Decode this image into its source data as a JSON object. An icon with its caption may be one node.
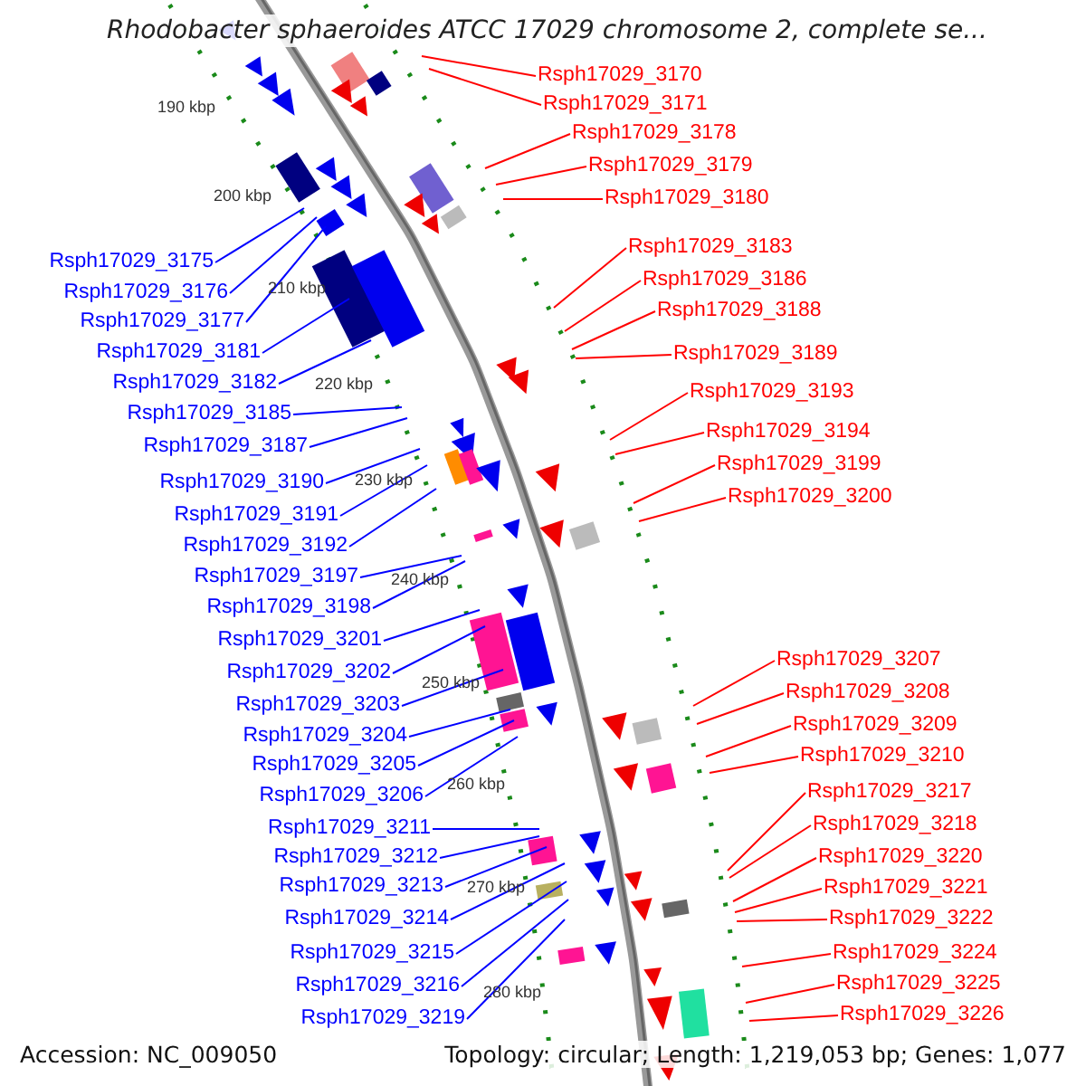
{
  "diagram": {
    "title": "Rhodobacter sphaeroides ATCC 17029 chromosome 2, complete se...",
    "nodes": [
      {
        "text": [
          "Rsph17029_3170"
        ]
      },
      {
        "text": [
          "Rsph17029_3171"
        ]
      },
      {
        "text": [
          "Rsph17029_3178"
        ]
      },
      {
        "text": [
          "Rsph17029_3179"
        ]
      },
      {
        "text": [
          "Rsph17029_3180"
        ]
      },
      {
        "text": [
          "Rsph17029_3183"
        ]
      },
      {
        "text": [
          "Rsph17029_3175"
        ]
      },
      {
        "text": [
          "Rsph17029_3186"
        ]
      },
      {
        "text": [
          "Rsph17029_3176"
        ]
      },
      {
        "text": [
          "Rsph17029_3188"
        ]
      },
      {
        "text": [
          "Rsph17029_3177"
        ]
      },
      {
        "text": [
          "Rsph17029_3181"
        ]
      },
      {
        "text": [
          "Rsph17029_3189"
        ]
      },
      {
        "text": [
          "Rsph17029_3182"
        ]
      },
      {
        "text": [
          "Rsph17029_3193"
        ]
      },
      {
        "text": [
          "Rsph17029_3185"
        ]
      },
      {
        "text": [
          "Rsph17029_3194"
        ]
      },
      {
        "text": [
          "Rsph17029_3187"
        ]
      },
      {
        "text": [
          "Rsph17029_3199"
        ]
      },
      {
        "text": [
          "Rsph17029_3190"
        ]
      },
      {
        "text": [
          "Rsph17029_3200"
        ]
      },
      {
        "text": [
          "Rsph17029_3191"
        ]
      },
      {
        "text": [
          "Rsph17029_3192"
        ]
      },
      {
        "text": [
          "Rsph17029_3197"
        ]
      },
      {
        "text": [
          "Rsph17029_3198"
        ]
      },
      {
        "text": [
          "Rsph17029_3201"
        ]
      },
      {
        "text": [
          "Rsph17029_3207"
        ]
      },
      {
        "text": [
          "Rsph17029_3202"
        ]
      },
      {
        "text": [
          "Rsph17029_3208"
        ]
      },
      {
        "text": [
          "Rsph17029_3203"
        ]
      },
      {
        "text": [
          "Rsph17029_3209"
        ]
      },
      {
        "text": [
          "Rsph17029_3204"
        ]
      },
      {
        "text": [
          "Rsph17029_3210"
        ]
      },
      {
        "text": [
          "Rsph17029_3205"
        ]
      },
      {
        "text": [
          "Rsph17029_3217"
        ]
      },
      {
        "text": [
          "Rsph17029_3206"
        ]
      },
      {
        "text": [
          "Rsph17029_3218"
        ]
      },
      {
        "text": [
          "Rsph17029_3211"
        ]
      },
      {
        "text": [
          "Rsph17029_3220"
        ]
      },
      {
        "text": [
          "Rsph17029_3212"
        ]
      },
      {
        "text": [
          "Rsph17029_3213"
        ]
      },
      {
        "text": [
          "Rsph17029_3221"
        ]
      },
      {
        "text": [
          "Rsph17029_3214"
        ]
      },
      {
        "text": [
          "Rsph17029_3222"
        ]
      },
      {
        "text": [
          "Rsph17029_3215"
        ]
      },
      {
        "text": [
          "Rsph17029_3224"
        ]
      },
      {
        "text": [
          "Rsph17029_3216"
        ]
      },
      {
        "text": [
          "Rsph17029_3225"
        ]
      },
      {
        "text": [
          "Rsph17029_3226"
        ]
      },
      {
        "text": [
          "Rsph17029_3219"
        ]
      }
    ],
    "edges": [
      {
        "from": 0,
        "to": null,
        "arrow": "none"
      },
      {
        "from": 1,
        "to": null,
        "arrow": "none"
      },
      {
        "from": 2,
        "to": null,
        "arrow": "none"
      },
      {
        "from": 3,
        "to": null,
        "arrow": "none"
      },
      {
        "from": 4,
        "to": null,
        "arrow": "none"
      },
      {
        "from": 5,
        "to": null,
        "arrow": "none"
      },
      {
        "from": 6,
        "to": null,
        "arrow": "none",
        "color": "#0000ff"
      },
      {
        "from": 7,
        "to": null,
        "arrow": "none"
      },
      {
        "from": 8,
        "to": null,
        "arrow": "none",
        "color": "#0000ff"
      },
      {
        "from": 9,
        "to": null,
        "arrow": "none"
      },
      {
        "from": 10,
        "to": null,
        "arrow": "none",
        "color": "#0000ff"
      },
      {
        "from": 11,
        "to": null,
        "arrow": "none",
        "color": "#0000ff"
      },
      {
        "from": 12,
        "to": null,
        "arrow": "none"
      },
      {
        "from": 13,
        "to": null,
        "arrow": "none",
        "color": "#0000ff"
      },
      {
        "from": 14,
        "to": null,
        "arrow": "none"
      },
      {
        "from": 15,
        "to": null,
        "arrow": "none",
        "color": "#0000ff"
      },
      {
        "from": 16,
        "to": null,
        "arrow": "none"
      },
      {
        "from": 17,
        "to": null,
        "arrow": "none",
        "color": "#0000ff"
      },
      {
        "from": 18,
        "to": null,
        "arrow": "none"
      },
      {
        "from": 19,
        "to": null,
        "arrow": "none",
        "color": "#0000ff"
      },
      {
        "from": 20,
        "to": null,
        "arrow": "none"
      },
      {
        "from": 21,
        "to": null,
        "arrow": "none",
        "color": "#0000ff"
      },
      {
        "from": 22,
        "to": null,
        "arrow": "none",
        "color": "#0000ff"
      },
      {
        "from": 23,
        "to": null,
        "arrow": "none",
        "color": "#0000ff"
      },
      {
        "from": 24,
        "to": null,
        "arrow": "none",
        "color": "#0000ff"
      },
      {
        "from": 25,
        "to": null,
        "arrow": "none",
        "color": "#0000ff"
      },
      {
        "from": 26,
        "to": null,
        "arrow": "none"
      },
      {
        "from": 27,
        "to": null,
        "arrow": "none",
        "color": "#0000ff"
      },
      {
        "from": 28,
        "to": null,
        "arrow": "none"
      },
      {
        "from": 29,
        "to": null,
        "arrow": "none",
        "color": "#0000ff"
      },
      {
        "from": 30,
        "to": null,
        "arrow": "none"
      },
      {
        "from": 31,
        "to": null,
        "arrow": "none",
        "color": "#0000ff"
      },
      {
        "from": 32,
        "to": null,
        "arrow": "none"
      },
      {
        "from": 33,
        "to": null,
        "arrow": "none",
        "color": "#0000ff"
      },
      {
        "from": 34,
        "to": null,
        "arrow": "none"
      },
      {
        "from": 35,
        "to": null,
        "arrow": "none",
        "color": "#0000ff"
      },
      {
        "from": 36,
        "to": null,
        "arrow": "none"
      },
      {
        "from": 37,
        "to": null,
        "arrow": "none",
        "color": "#0000ff"
      },
      {
        "from": 38,
        "to": null,
        "arrow": "none"
      },
      {
        "from": 39,
        "to": null,
        "arrow": "none",
        "color": "#0000ff"
      },
      {
        "from": 40,
        "to": null,
        "arrow": "none",
        "color": "#0000ff"
      },
      {
        "from": 41,
        "to": null,
        "arrow": "none"
      },
      {
        "from": 42,
        "to": null,
        "arrow": "none",
        "color": "#0000ff"
      },
      {
        "from": 43,
        "to": null,
        "arrow": "none"
      },
      {
        "from": 44,
        "to": null,
        "arrow": "none",
        "color": "#0000ff"
      },
      {
        "from": 45,
        "to": null,
        "arrow": "none"
      },
      {
        "from": 46,
        "to": null,
        "arrow": "none",
        "color": "#0000ff"
      },
      {
        "from": 47,
        "to": null,
        "arrow": "none"
      },
      {
        "from": 48,
        "to": null,
        "arrow": "none"
      },
      {
        "from": 49,
        "to": null,
        "arrow": "none",
        "color": "#0000ff"
      }
    ],
    "labels": [
      "190 kbp",
      "200 kbp",
      "210 kbp",
      "220 kbp",
      "230 kbp",
      "240 kbp",
      "250 kbp",
      "260 kbp",
      "270 kbp",
      "280 kbp",
      "Accession: NC_009050",
      "Topology: circular; Length: 1,219,053 bp; Genes: 1,077"
    ]
  }
}
